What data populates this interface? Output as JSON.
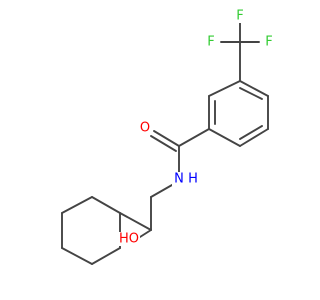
{
  "atom_labels": {
    "f_top": "F",
    "f_left": "F",
    "f_right": "F",
    "oxygen_carbonyl": "O",
    "nitrogen": "N",
    "hydrogen_on_n": "H",
    "hydroxyl": "HO"
  },
  "colors": {
    "bond": "#444444",
    "fluorine": "#33cc33",
    "oxygen": "#ff0000",
    "nitrogen": "#0000ff"
  }
}
